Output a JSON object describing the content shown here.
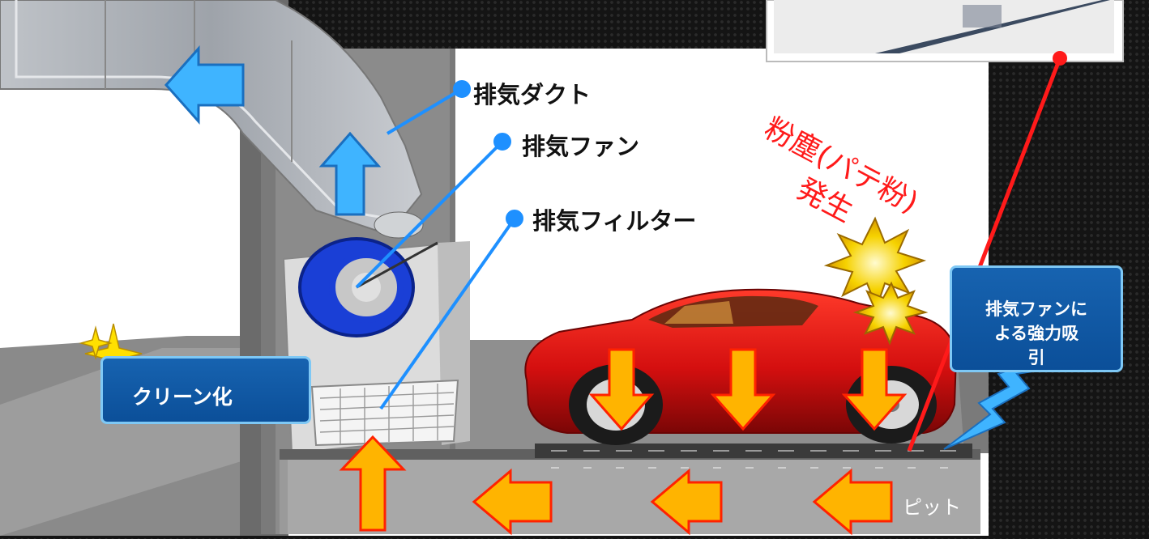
{
  "labels": {
    "exhaust_duct": "排気ダクト",
    "exhaust_fan": "排気ファン",
    "exhaust_filter": "排気フィルター",
    "clean": "クリーン化",
    "dust_line1": "粉塵(パテ粉)",
    "dust_line2": "発生",
    "suction": "排気ファンに\nよる強力吸\n引",
    "pit": "ピット"
  },
  "colors": {
    "exhaust_arrow": "#3fb4ff",
    "airflow_arrow": "#ffb400",
    "airflow_outline": "#ff2200",
    "pointer_line": "#1e90ff",
    "filter_pointer": "#ff1a1a",
    "car_body": "#d40f0f",
    "fan_blue": "#1a3fd6",
    "callout_fill": "#0b4f99",
    "callout_border": "#7ec8f5"
  },
  "icons": [
    "sparkle-icon",
    "explosion-icon",
    "lightning-bolt-icon"
  ]
}
